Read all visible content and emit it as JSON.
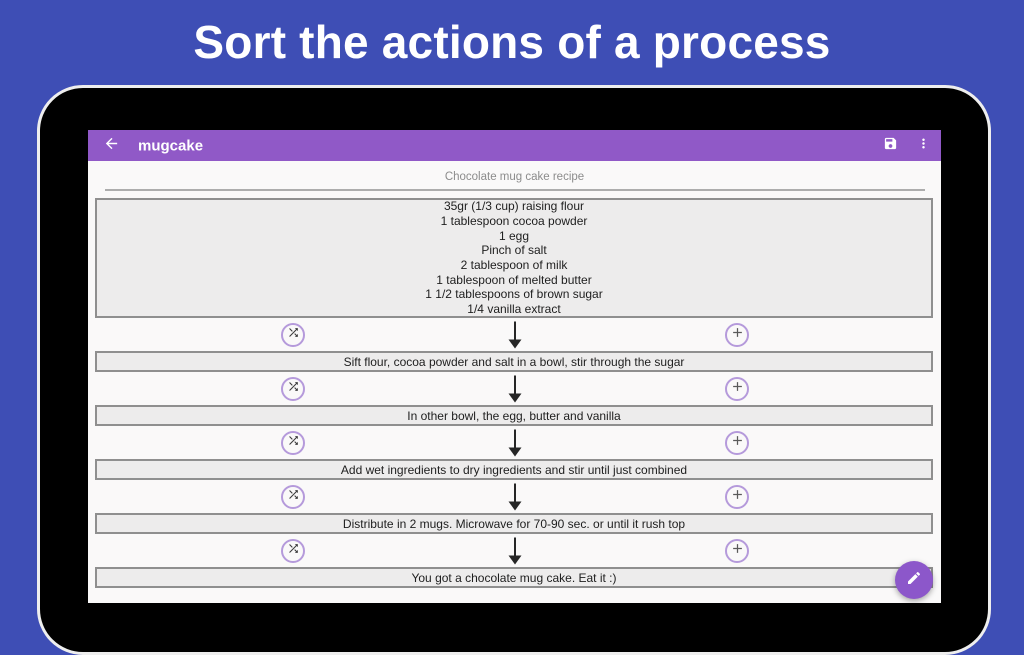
{
  "banner": {
    "title": "Sort the actions of a process"
  },
  "colors": {
    "background_blue": "#3E4EB5",
    "toolbar_purple": "#9059C7",
    "fab_purple": "#8C57CA",
    "icon_ring_purple": "#B59ADB",
    "box_background": "#EDECEC",
    "box_border": "#8F8F8F",
    "muted_text": "#8C8C8C"
  },
  "toolbar": {
    "title": "mugcake",
    "icons": {
      "back": "arrow-left-icon",
      "save": "save-floppy-icon",
      "overflow": "vertical-ellipsis-icon"
    }
  },
  "document": {
    "recipe_title": "Chocolate mug cake recipe",
    "ingredients": [
      "35gr (1/3 cup) raising flour",
      "1 tablespoon cocoa powder",
      "1 egg",
      "Pinch of salt",
      "2 tablespoon of milk",
      "1 tablespoon of melted butter",
      "1 1/2 tablespoons of brown sugar",
      "1/4 vanilla extract"
    ],
    "steps": [
      "Sift flour, cocoa powder and salt in a bowl, stir through the sugar",
      "In other bowl, the egg, butter and vanilla",
      "Add wet ingredients to dry ingredients and stir until just combined",
      "Distribute in 2 mugs. Microwave for 70-90 sec. or until it rush top",
      "You got a chocolate mug cake. Eat it :)"
    ],
    "flow_icons": {
      "shuffle": "shuffle-icon",
      "add": "plus-icon",
      "next": "down-arrow-icon",
      "edit": "pencil-icon"
    }
  }
}
